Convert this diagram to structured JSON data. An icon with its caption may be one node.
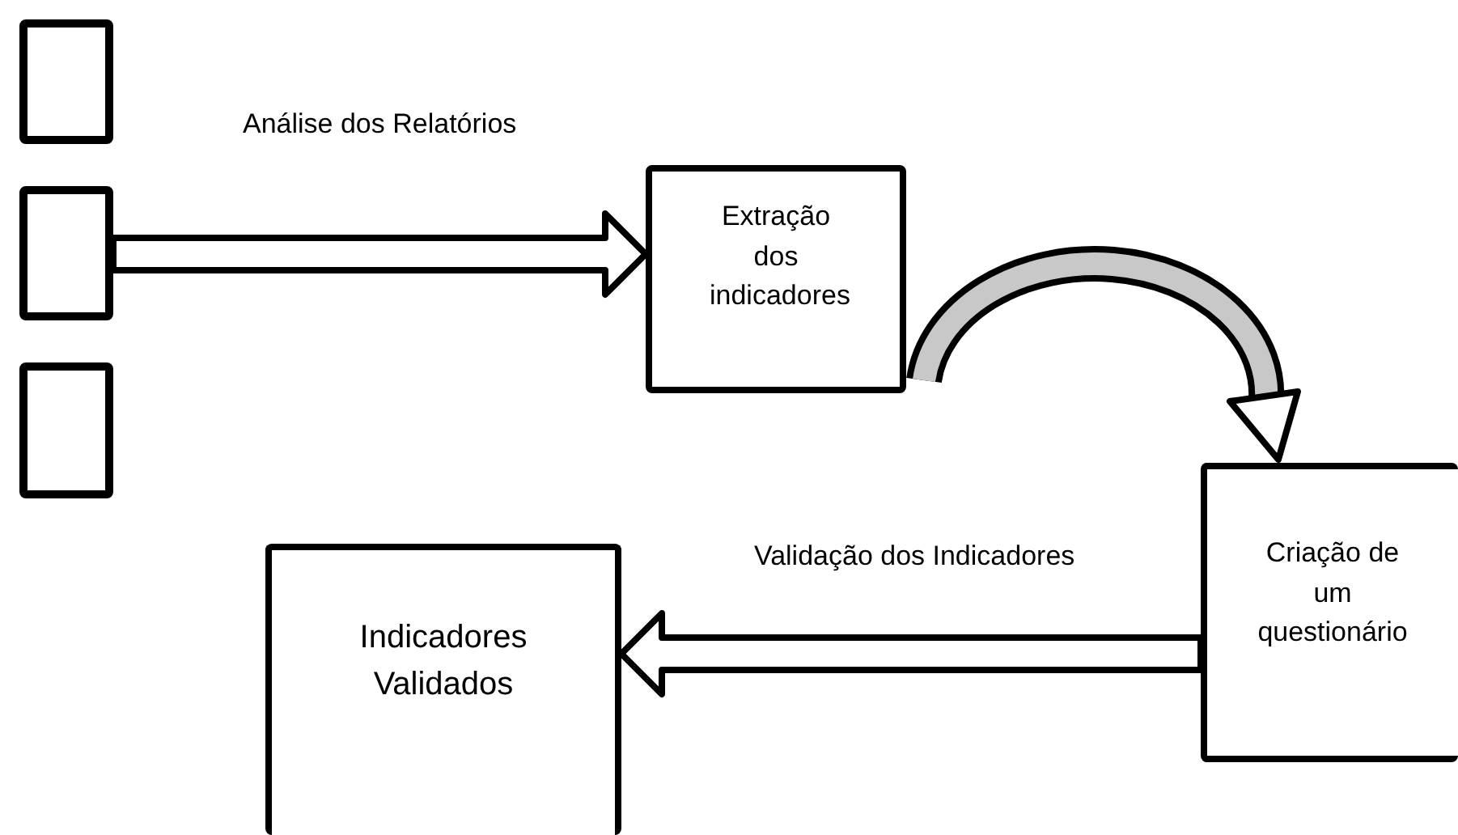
{
  "diagram": {
    "nodes": [
      {
        "text": [],
        "shape": "box"
      },
      {
        "text": [],
        "shape": "box"
      },
      {
        "text": [],
        "shape": "box"
      },
      {
        "text": [
          "Extração dos indicadores"
        ]
      },
      {
        "text": [
          "Criação de um questionário"
        ]
      },
      {
        "text": [
          "Indicadores Validados"
        ]
      }
    ],
    "edges": [
      {
        "from": 1,
        "to": 3,
        "arrow": "to",
        "label": "Análise dos Relatórios"
      },
      {
        "from": 3,
        "to": 4,
        "arrow": "to"
      },
      {
        "from": 4,
        "to": 5,
        "arrow": "to",
        "label": "Validação dos Indicadores"
      }
    ]
  }
}
